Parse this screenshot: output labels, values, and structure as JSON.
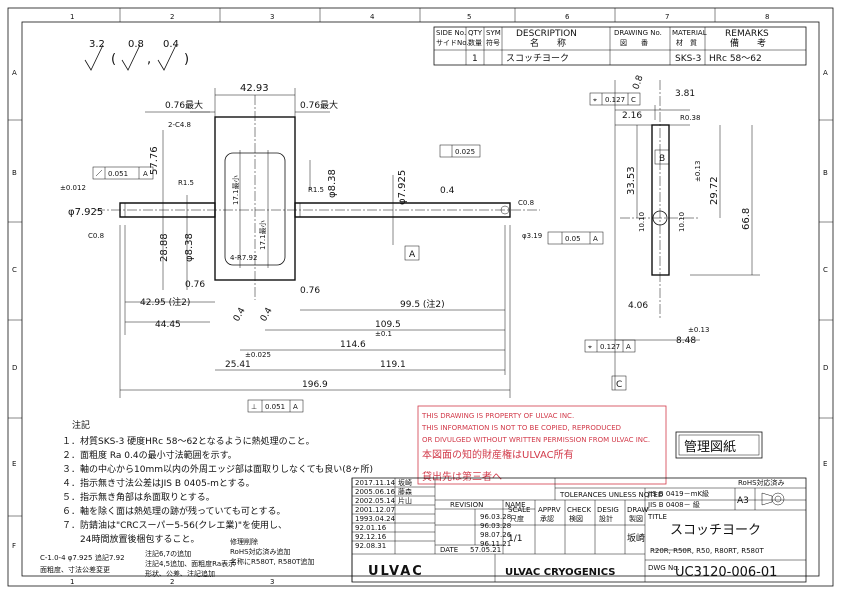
{
  "title_block": {
    "header_side_no": "SIDE No.",
    "header_side_no_jp": "サイドNo.",
    "header_qty": "QTY",
    "header_qty_jp": "数量",
    "header_sym": "SYM",
    "header_sym_jp": "符号",
    "header_desc": "DESCRIPTION",
    "header_desc_jp": "名　　称",
    "header_drawing_no": "DRAWING No.",
    "header_drawing_no_jp": "図　　番",
    "header_material": "MATERIAL",
    "header_material_jp": "材　質",
    "header_remarks": "REMARKS",
    "header_remarks_jp": "備　　考",
    "row_qty": "1",
    "row_desc": "スコッチヨーク",
    "row_material": "SKS-3",
    "row_remarks": "HRc 58～62",
    "tolerances": "TOLERANCES UNLESS NOTED",
    "jis1": "JIS  B 0419－mK級",
    "jis2": "JIS  B 0408－  級",
    "size": "A3",
    "rohs": "RoHS対応済み",
    "title_label": "TITLE",
    "title": "スコッチヨーク",
    "subtitle": "R20R, R50R, R50, R80RT, R580T",
    "dwg_no_label": "DWG No.",
    "dwg_no": "UC3120-006-01",
    "revision": "REVISION",
    "name": "NAME",
    "scale": "SCALE",
    "scale_jp": "尺度",
    "scale_value": "1/1",
    "apprv": "APPRV",
    "apprv_jp": "承認",
    "check": "CHECK",
    "check_jp": "検図",
    "desig": "DESIG",
    "desig_jp": "設計",
    "draw": "DRAW",
    "draw_jp": "製図",
    "drawn_by": "坂崎",
    "date_label": "DATE",
    "date_value": "57.05.21",
    "company1": "ULVAC",
    "company2": "ULVAC CRYOGENICS",
    "revisions": [
      {
        "date": "2017.11.14",
        "name": "坂崎"
      },
      {
        "date": "2005.06.16",
        "name": "藤森"
      },
      {
        "date": "2002.05.14",
        "name": "片山"
      },
      {
        "date": "2001.12.07",
        "name": ""
      },
      {
        "date": "1993.04.24",
        "name": ""
      },
      {
        "date": "92.01.16",
        "name": ""
      },
      {
        "date": "92.12.16",
        "name": ""
      },
      {
        "date": "92.08.31",
        "name": ""
      }
    ],
    "rev_dates": [
      "96.03.28",
      "96.03.28",
      "98.07.26",
      "96.11.21"
    ]
  },
  "stamp": {
    "line1": "THIS DRAWING IS PROPERTY OF ULVAC INC.",
    "line2": "THIS INFORMATION IS NOT TO BE COPIED, REPRODUCED",
    "line3": "OR DIVULGED WITHOUT WRITTEN PERMISSION FROM ULVAC INC.",
    "line4": "本図面の知的財産権はULVAC所有",
    "line6": "貸出先は第三者へ"
  },
  "kanri": "管理図紙",
  "notes": {
    "title": "注記",
    "n1": "１．材質SKS-3  硬度HRc 58～62となるように熱処理のこと。",
    "n2": "２．面粗度 Ra 0.4の最小寸法範囲を示す。",
    "n3": "３．軸の中心から10mm以内の外周エッジ部は面取りしなくても良い(8ヶ所)",
    "n4": "４．指示無き寸法公差はJIS B 0405-mとする。",
    "n5": "５．指示無き角部は糸面取りとする。",
    "n6": "６．軸を除く面は熱処理の跡が残っていても可とする。",
    "n7": "７．防錆油は\"CRCスーパー5-56(クレエ業)\"を使用し、",
    "n7b": "24時間放置後梱包すること。"
  },
  "rev_notes": [
    "C-1.0-4 φ7.925",
    "追記7.92",
    "面粗度、寸法公差変更",
    "注記6,7の追加",
    "注記4,5追加、面粗度Ra表示",
    "形状、公差、注記追加",
    "修理削除",
    "RoHS対応済み追加",
    "名称にR580T, R580T追加"
  ],
  "roughness": {
    "r1": "3.2",
    "r2": "0.8",
    "r3": "0.4"
  },
  "dims": {
    "d42_93": "42.93",
    "d076max": "0.76最大",
    "c48": "2-C4.8",
    "d0051": "0.051",
    "datumA": "A",
    "datumB": "B",
    "datumC": "C",
    "r15": "R1.5",
    "d5776": "57.76",
    "phi7925": "φ7.925",
    "c08": "C0.8",
    "d2888": "28.88",
    "phi838": "φ8.38",
    "d171a": "17.1最小",
    "d171b": "17.1最小",
    "r792": "4-R7.92",
    "d076": "0.76",
    "d4295": "42.95 (注2)",
    "d4445": "44.45",
    "d995": "99.5 (注2)",
    "d1095": "109.5",
    "d1146": "114.6",
    "d2541": "25.41",
    "d1191": "119.1",
    "d1969": "196.9",
    "d0025": "0.025",
    "d04": "0.4",
    "phi319": "φ3.19",
    "d005": "0.05",
    "d0127": "0.127",
    "d381": "3.81",
    "d216": "2.16",
    "r038": "R0.38",
    "d3353": "33.53",
    "d2972": "29.72",
    "d668": "66.8",
    "d1010": "10.10",
    "d406": "4.06",
    "d848": "8.48",
    "perp_value": "0.051",
    "tol_pm0012": "±0.012",
    "tol_pm0013": "±0.13",
    "tol_pm0025": "±0.025",
    "tol_pm01": "±0.1"
  },
  "grid_cols": [
    "1",
    "2",
    "3",
    "4",
    "5",
    "6",
    "7",
    "8"
  ],
  "grid_rows": [
    "A",
    "B",
    "C",
    "D",
    "E",
    "F"
  ]
}
